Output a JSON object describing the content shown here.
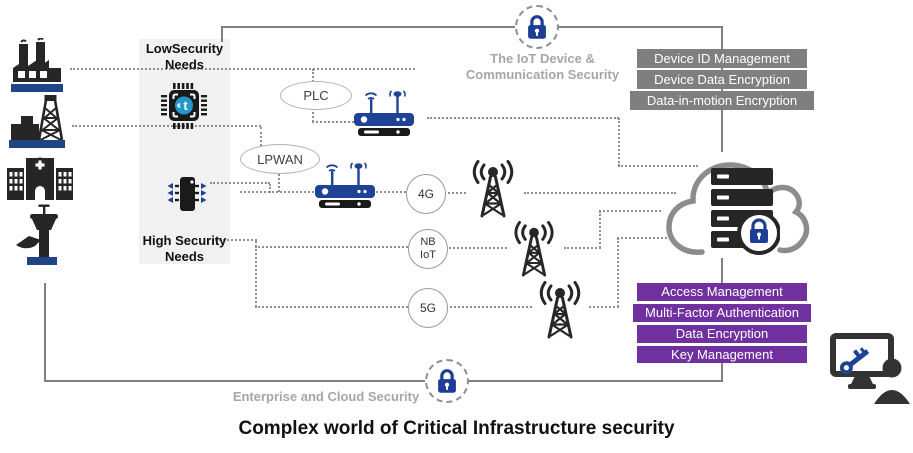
{
  "title": "Complex world of Critical Infrastructure security",
  "panel": {
    "low_line1": "LowSecurity",
    "low_line2": "Needs",
    "high_line1": "High Security",
    "high_line2": "Needs",
    "chip_logo_letter": "t"
  },
  "protocols": {
    "plc": "PLC",
    "lpwan": "LPWAN"
  },
  "networks": {
    "g4": "4G",
    "nb_line1": "NB",
    "nb_line2": "IoT",
    "g5": "5G"
  },
  "device_security": {
    "caption_line1": "The IoT Device &",
    "caption_line2": "Communication Security",
    "boxes": [
      "Device ID Management",
      "Device Data Encryption",
      "Data-in-motion Encryption"
    ]
  },
  "cloud_security": {
    "caption": "Enterprise and Cloud Security",
    "boxes": [
      "Access Management",
      "Multi-Factor Authentication",
      "Data Encryption",
      "Key Management"
    ]
  },
  "icons": {
    "sources": [
      "factory-icon",
      "refinery-icon",
      "hospital-icon",
      "airport-tower-icon"
    ],
    "middle": [
      "iot-chip-icon",
      "secure-chip-icon",
      "router-icon",
      "cell-tower-icon"
    ],
    "right": [
      "cloud-icon",
      "secure-server-icon",
      "lock-icon",
      "admin-monitor-icon"
    ]
  },
  "colors": {
    "accent_blue": "#1e4396",
    "lock_navy": "#1e3d96",
    "chip_logo_blue": "#2398cf",
    "base_bar_blue": "#1f4586",
    "purple": "#7030a0",
    "box_gray": "#7f7f7f",
    "line_gray": "#808080",
    "caption_gray": "#a6a6a6",
    "icon_dark": "#262626"
  }
}
